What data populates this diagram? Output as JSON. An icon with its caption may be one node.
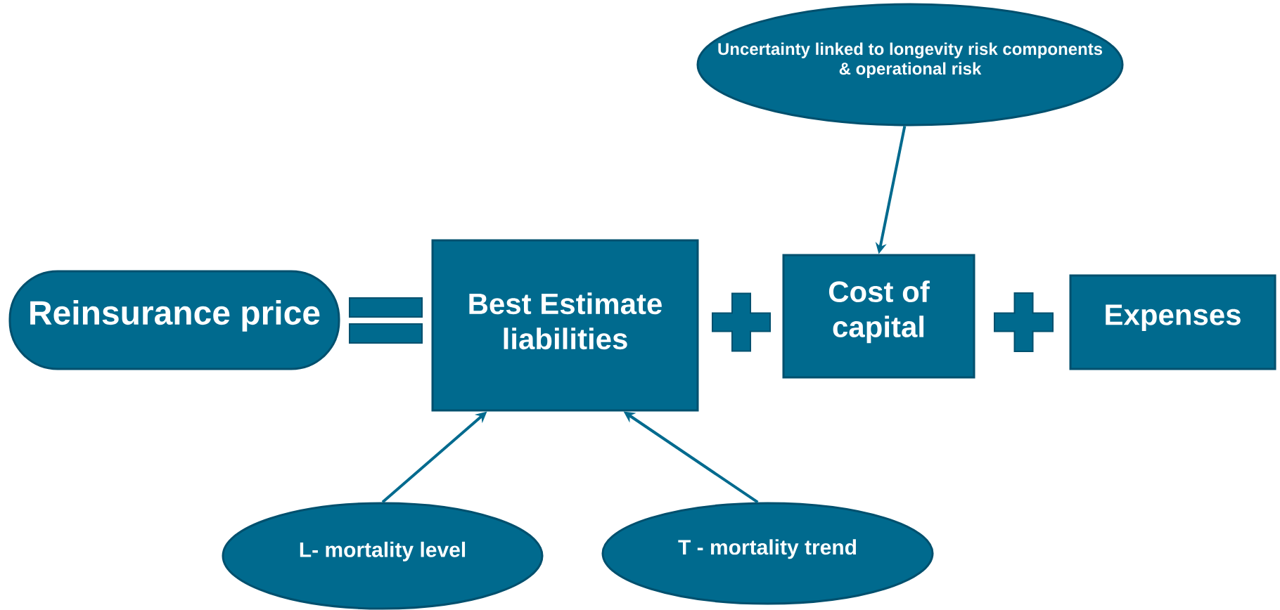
{
  "diagram": {
    "nodes": [
      {
        "text": [
          "Uncertainty linked to longevity risk components & operational risk"
        ]
      },
      {
        "text": [
          "Reinsurance price"
        ]
      },
      {
        "text": [
          "Best Estimate liabilities"
        ]
      },
      {
        "text": [
          "Cost of capital"
        ]
      },
      {
        "text": [
          "Expenses"
        ]
      },
      {
        "text": [
          "L- mortality level"
        ]
      },
      {
        "text": [
          "T - mortality trend"
        ]
      },
      {
        "text": [],
        "shape": "equals"
      },
      {
        "text": [],
        "shape": "plus"
      },
      {
        "text": [],
        "shape": "plus"
      }
    ],
    "edges": [
      {
        "from": 0,
        "to": 3,
        "arrow": "to"
      },
      {
        "from": 5,
        "to": 2,
        "arrow": "to"
      },
      {
        "from": 6,
        "to": 2,
        "arrow": "to"
      }
    ]
  }
}
